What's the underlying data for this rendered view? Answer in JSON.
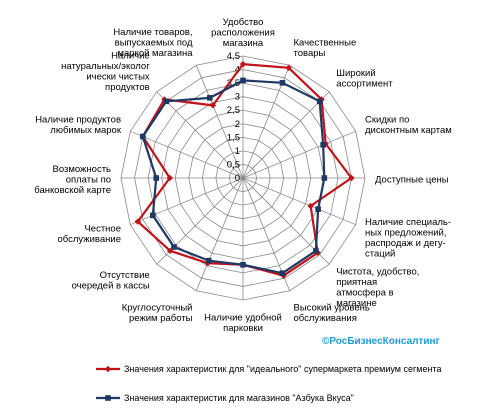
{
  "chart_data": {
    "type": "radar",
    "categories": [
      [
        "Удобство",
        "расположения",
        "магазина"
      ],
      [
        "Качественные",
        "товары"
      ],
      [
        "Широкий",
        "ассортимент"
      ],
      [
        "Скидки по",
        "дисконтным картам"
      ],
      [
        "Доступные цены"
      ],
      [
        "Наличие специаль-",
        "ных предложений,",
        "распродаж и дегу-",
        "стаций"
      ],
      [
        "Чистота, удобство,",
        "приятная",
        "атмосфера в",
        "магазине"
      ],
      [
        "Высокий уровень",
        "обслуживания"
      ],
      [
        "Наличие удобной",
        "парковки"
      ],
      [
        "Круглосуточный",
        "режим работы"
      ],
      [
        "Отсутствие",
        "очередей в кассы"
      ],
      [
        "Честное",
        "обслуживание"
      ],
      [
        "Возможность",
        "оплаты по",
        "банковской карте"
      ],
      [
        "Наличие продуктов",
        "любимых марок"
      ],
      [
        "Наличие",
        "натуральных/эколог",
        "ически чистых",
        "продуктов"
      ],
      [
        "Наличие товаров,",
        "выпускаемых под",
        "маркой магазина"
      ]
    ],
    "ticks": [
      "0",
      "0,5",
      "1",
      "1,5",
      "2",
      "2,5",
      "3",
      "3,5",
      "4",
      "4,5"
    ],
    "rmax": 4.5,
    "series": [
      {
        "name": "Значения характеристик для \"идеального\" супермаркета премиум сегмента",
        "color": "#c0141b",
        "marker": "diamond",
        "values": [
          4.2,
          4.4,
          4.1,
          3.3,
          4.0,
          2.7,
          3.9,
          3.9,
          3.2,
          3.4,
          3.8,
          4.2,
          2.7,
          4.0,
          4.1,
          2.9
        ]
      },
      {
        "name": "Значения характеристик для магазинов \"Азбука Вкуса\"",
        "color": "#1f3864",
        "marker": "square",
        "values": [
          3.6,
          3.8,
          4.0,
          3.2,
          3.0,
          3.0,
          3.8,
          3.8,
          3.2,
          3.3,
          3.6,
          3.6,
          3.2,
          4.0,
          4.0,
          3.2
        ]
      }
    ],
    "grid": true,
    "legend": "bottom"
  },
  "brand_label": "©РосБизнесКонсалтинг"
}
